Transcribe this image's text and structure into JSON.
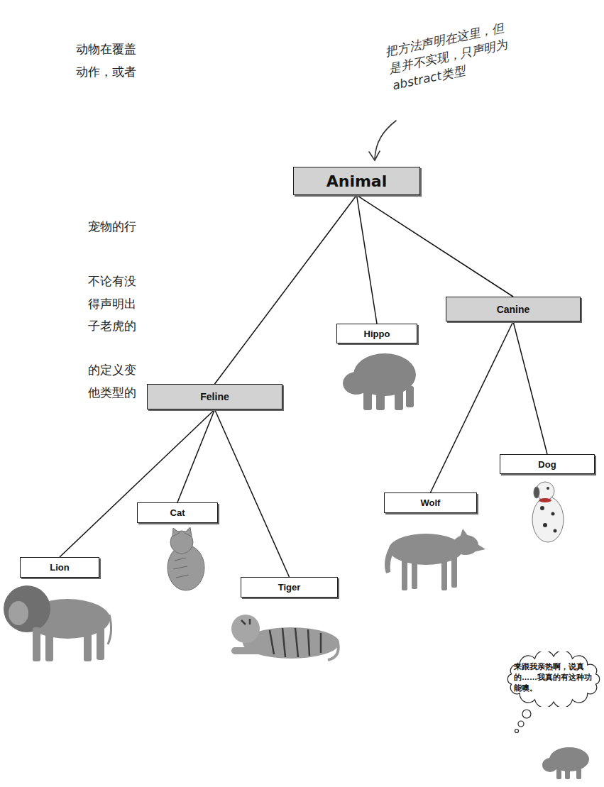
{
  "diagram": {
    "nodes": [
      {
        "text": [
          "Animal"
        ]
      },
      {
        "text": [
          "Canine"
        ]
      },
      {
        "text": [
          "Hippo"
        ]
      },
      {
        "text": [
          "Feline"
        ]
      },
      {
        "text": [
          "Dog"
        ]
      },
      {
        "text": [
          "Cat"
        ]
      },
      {
        "text": [
          "Wolf"
        ]
      },
      {
        "text": [
          "Lion"
        ]
      },
      {
        "text": [
          "Tiger"
        ]
      },
      {
        "text": [
          "来跟我亲热啊，说真 的……我真的有这种功 能噢。"
        ]
      }
    ],
    "edges": [
      {
        "from": 0,
        "to": 3,
        "arrow": "none"
      },
      {
        "from": 0,
        "to": 2,
        "arrow": "none"
      },
      {
        "from": 0,
        "to": 1,
        "arrow": "none"
      },
      {
        "from": 3,
        "to": 7,
        "arrow": "none"
      },
      {
        "from": 3,
        "to": 5,
        "arrow": "none"
      },
      {
        "from": 3,
        "to": 8,
        "arrow": "none"
      },
      {
        "from": 1,
        "to": 6,
        "arrow": "none"
      },
      {
        "from": 1,
        "to": 4,
        "arrow": "none"
      }
    ],
    "labels": [
      "把方法声明在这里，但 是并不实现，只声明为 abstract类型",
      "动物在覆盖",
      "动作，或者",
      "宠物的行",
      "不论有没",
      "得声明出",
      "子老虎的",
      "的定义变",
      "他类型的"
    ]
  }
}
